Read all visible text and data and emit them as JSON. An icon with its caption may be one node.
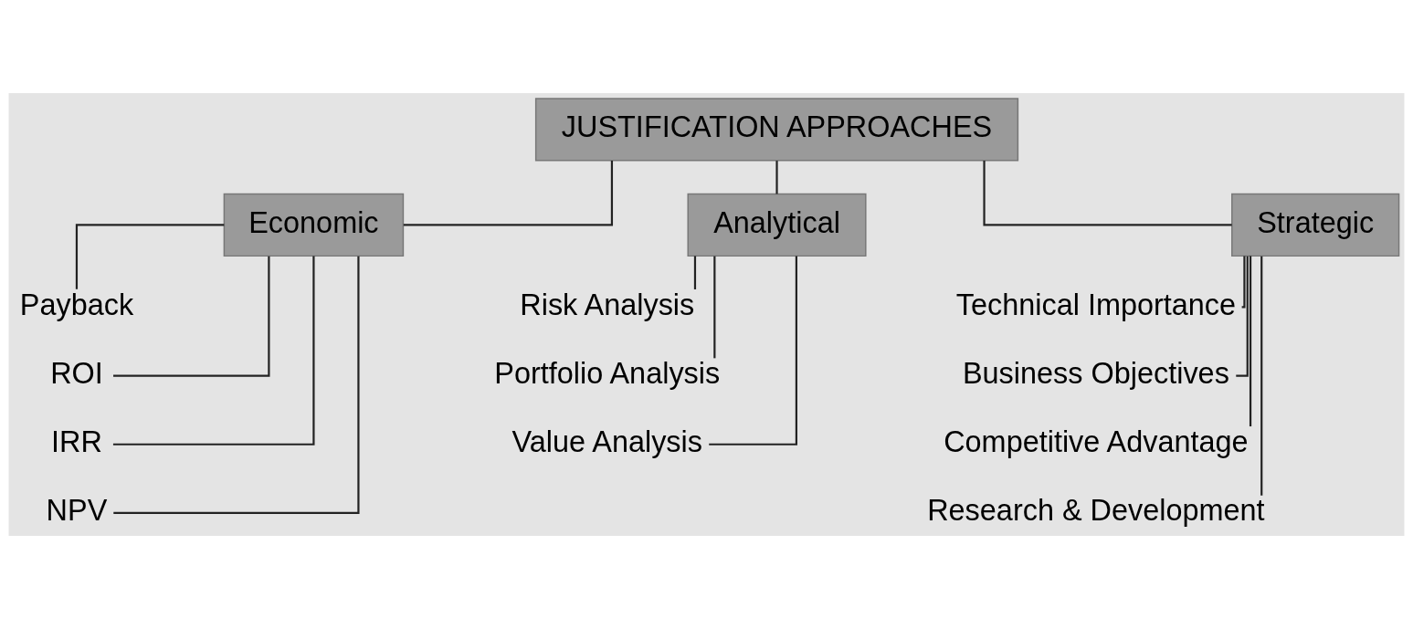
{
  "diagram": {
    "nodes": [
      {
        "text": [
          "JUSTIFICATION APPROACHES"
        ]
      },
      {
        "text": [
          "Economic"
        ]
      },
      {
        "text": [
          "Analytical"
        ]
      },
      {
        "text": [
          "Strategic"
        ]
      },
      {
        "text": [
          "Payback"
        ]
      },
      {
        "text": [
          "ROI"
        ]
      },
      {
        "text": [
          "IRR"
        ]
      },
      {
        "text": [
          "NPV"
        ]
      },
      {
        "text": [
          "Risk Analysis"
        ]
      },
      {
        "text": [
          "Portfolio Analysis"
        ]
      },
      {
        "text": [
          "Value Analysis"
        ]
      },
      {
        "text": [
          "Technical Importance"
        ]
      },
      {
        "text": [
          "Business Objectives"
        ]
      },
      {
        "text": [
          "Competitive Advantage"
        ]
      },
      {
        "text": [
          "Research & Development"
        ]
      }
    ],
    "edges": [
      {
        "from": 0,
        "to": 1,
        "arrow": "none"
      },
      {
        "from": 0,
        "to": 2,
        "arrow": "none"
      },
      {
        "from": 0,
        "to": 3,
        "arrow": "none"
      },
      {
        "from": 1,
        "to": 4,
        "arrow": "none"
      },
      {
        "from": 1,
        "to": 5,
        "arrow": "none"
      },
      {
        "from": 1,
        "to": 6,
        "arrow": "none"
      },
      {
        "from": 1,
        "to": 7,
        "arrow": "none"
      },
      {
        "from": 2,
        "to": 8,
        "arrow": "none"
      },
      {
        "from": 2,
        "to": 9,
        "arrow": "none"
      },
      {
        "from": 2,
        "to": 10,
        "arrow": "none"
      },
      {
        "from": 3,
        "to": 11,
        "arrow": "none"
      },
      {
        "from": 3,
        "to": 12,
        "arrow": "none"
      },
      {
        "from": 3,
        "to": 13,
        "arrow": "none"
      },
      {
        "from": 3,
        "to": 14,
        "arrow": "none"
      }
    ]
  }
}
